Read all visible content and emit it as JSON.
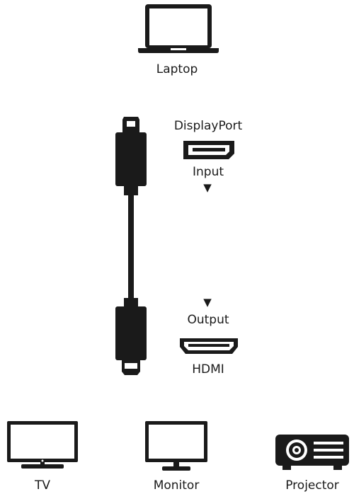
{
  "source_device": {
    "label": "Laptop",
    "icon": "laptop-icon"
  },
  "input_port": {
    "name": "DisplayPort",
    "direction": "Input",
    "icon": "displayport-port-icon"
  },
  "output_port": {
    "name": "HDMI",
    "direction": "Output",
    "icon": "hdmi-port-icon"
  },
  "cable": {
    "icon": "displayport-to-hdmi-cable-icon"
  },
  "flow_arrow": "▼",
  "target_devices": [
    {
      "label": "TV",
      "icon": "tv-icon"
    },
    {
      "label": "Monitor",
      "icon": "monitor-icon"
    },
    {
      "label": "Projector",
      "icon": "projector-icon"
    }
  ],
  "colors": {
    "ink": "#1a1a1a",
    "background": "#ffffff"
  }
}
